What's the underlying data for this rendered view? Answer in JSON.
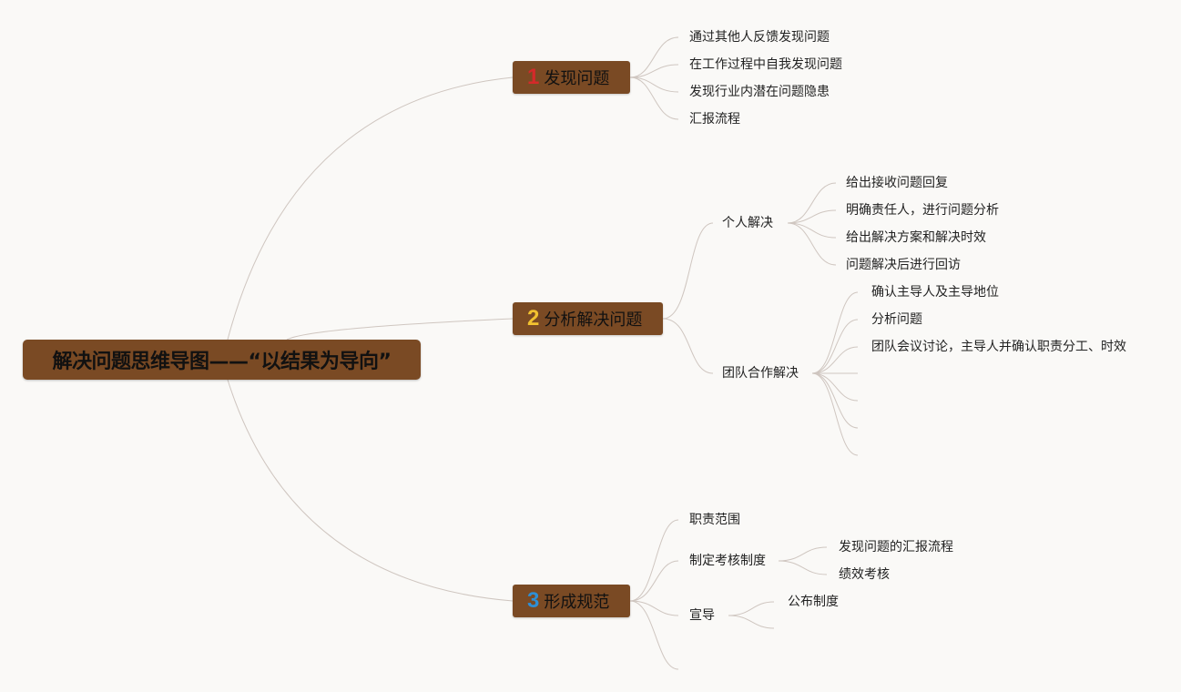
{
  "root": {
    "label": "解决问题思维导图——“以结果为导向”"
  },
  "branches": [
    {
      "number": "1",
      "number_color": "#d42a2a",
      "label": "发现问题",
      "children": [
        "通过其他人反馈发现问题",
        "在工作过程中自我发现问题",
        "发现行业内潜在问题隐患",
        "汇报流程"
      ]
    },
    {
      "number": "2",
      "number_color": "#f2c230",
      "label": "分析解决问题",
      "children": [
        {
          "label": "个人解决",
          "children": [
            "给出接收问题回复",
            "明确责任人，进行问题分析",
            "给出解决方案和解决时效",
            "问题解决后进行回访"
          ]
        },
        {
          "label": "团队合作解决",
          "children": [
            "确认主导人及主导地位",
            "分析问题",
            "团队会议讨论，主导人并确认职责分工、时效",
            "",
            "",
            "",
            ""
          ]
        }
      ]
    },
    {
      "number": "3",
      "number_color": "#2e8fd6",
      "label": "形成规范",
      "children": [
        {
          "label": "职责范围",
          "children": []
        },
        {
          "label": "制定考核制度",
          "children": [
            "发现问题的汇报流程",
            "绩效考核"
          ]
        },
        {
          "label": "宣导",
          "children": [
            "公布制度",
            ""
          ]
        },
        {
          "label": "",
          "children": []
        }
      ]
    }
  ],
  "colors": {
    "node_fill": "#7a4a24",
    "connector": "#cfc6c0",
    "background": "#faf9f7"
  }
}
